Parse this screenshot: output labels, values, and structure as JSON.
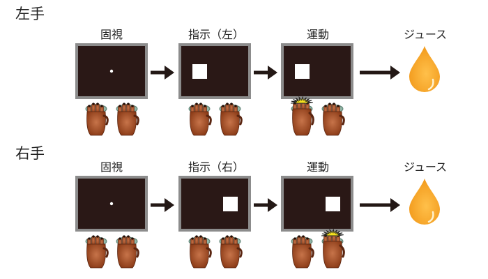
{
  "rows": [
    {
      "title": "左手",
      "steps": [
        "固視",
        "指示（左）",
        "運動"
      ],
      "reward": "ジュース",
      "cue_side": "left",
      "moving_hand": "left"
    },
    {
      "title": "右手",
      "steps": [
        "固視",
        "指示（右）",
        "運動"
      ],
      "reward": "ジュース",
      "cue_side": "right",
      "moving_hand": "right"
    }
  ],
  "colors": {
    "screen": "#2a1816",
    "screen_border": "#8c8c8c",
    "arrow": "#231815",
    "juice": "#f29a1c",
    "hand": "#8a3a16",
    "hand_light": "#c7744a",
    "plate": "#7aa695",
    "burst": "#f5e11e"
  },
  "icons": [
    "arrow-right",
    "juice-drop-icon",
    "hand-icon",
    "touch-burst-icon"
  ]
}
